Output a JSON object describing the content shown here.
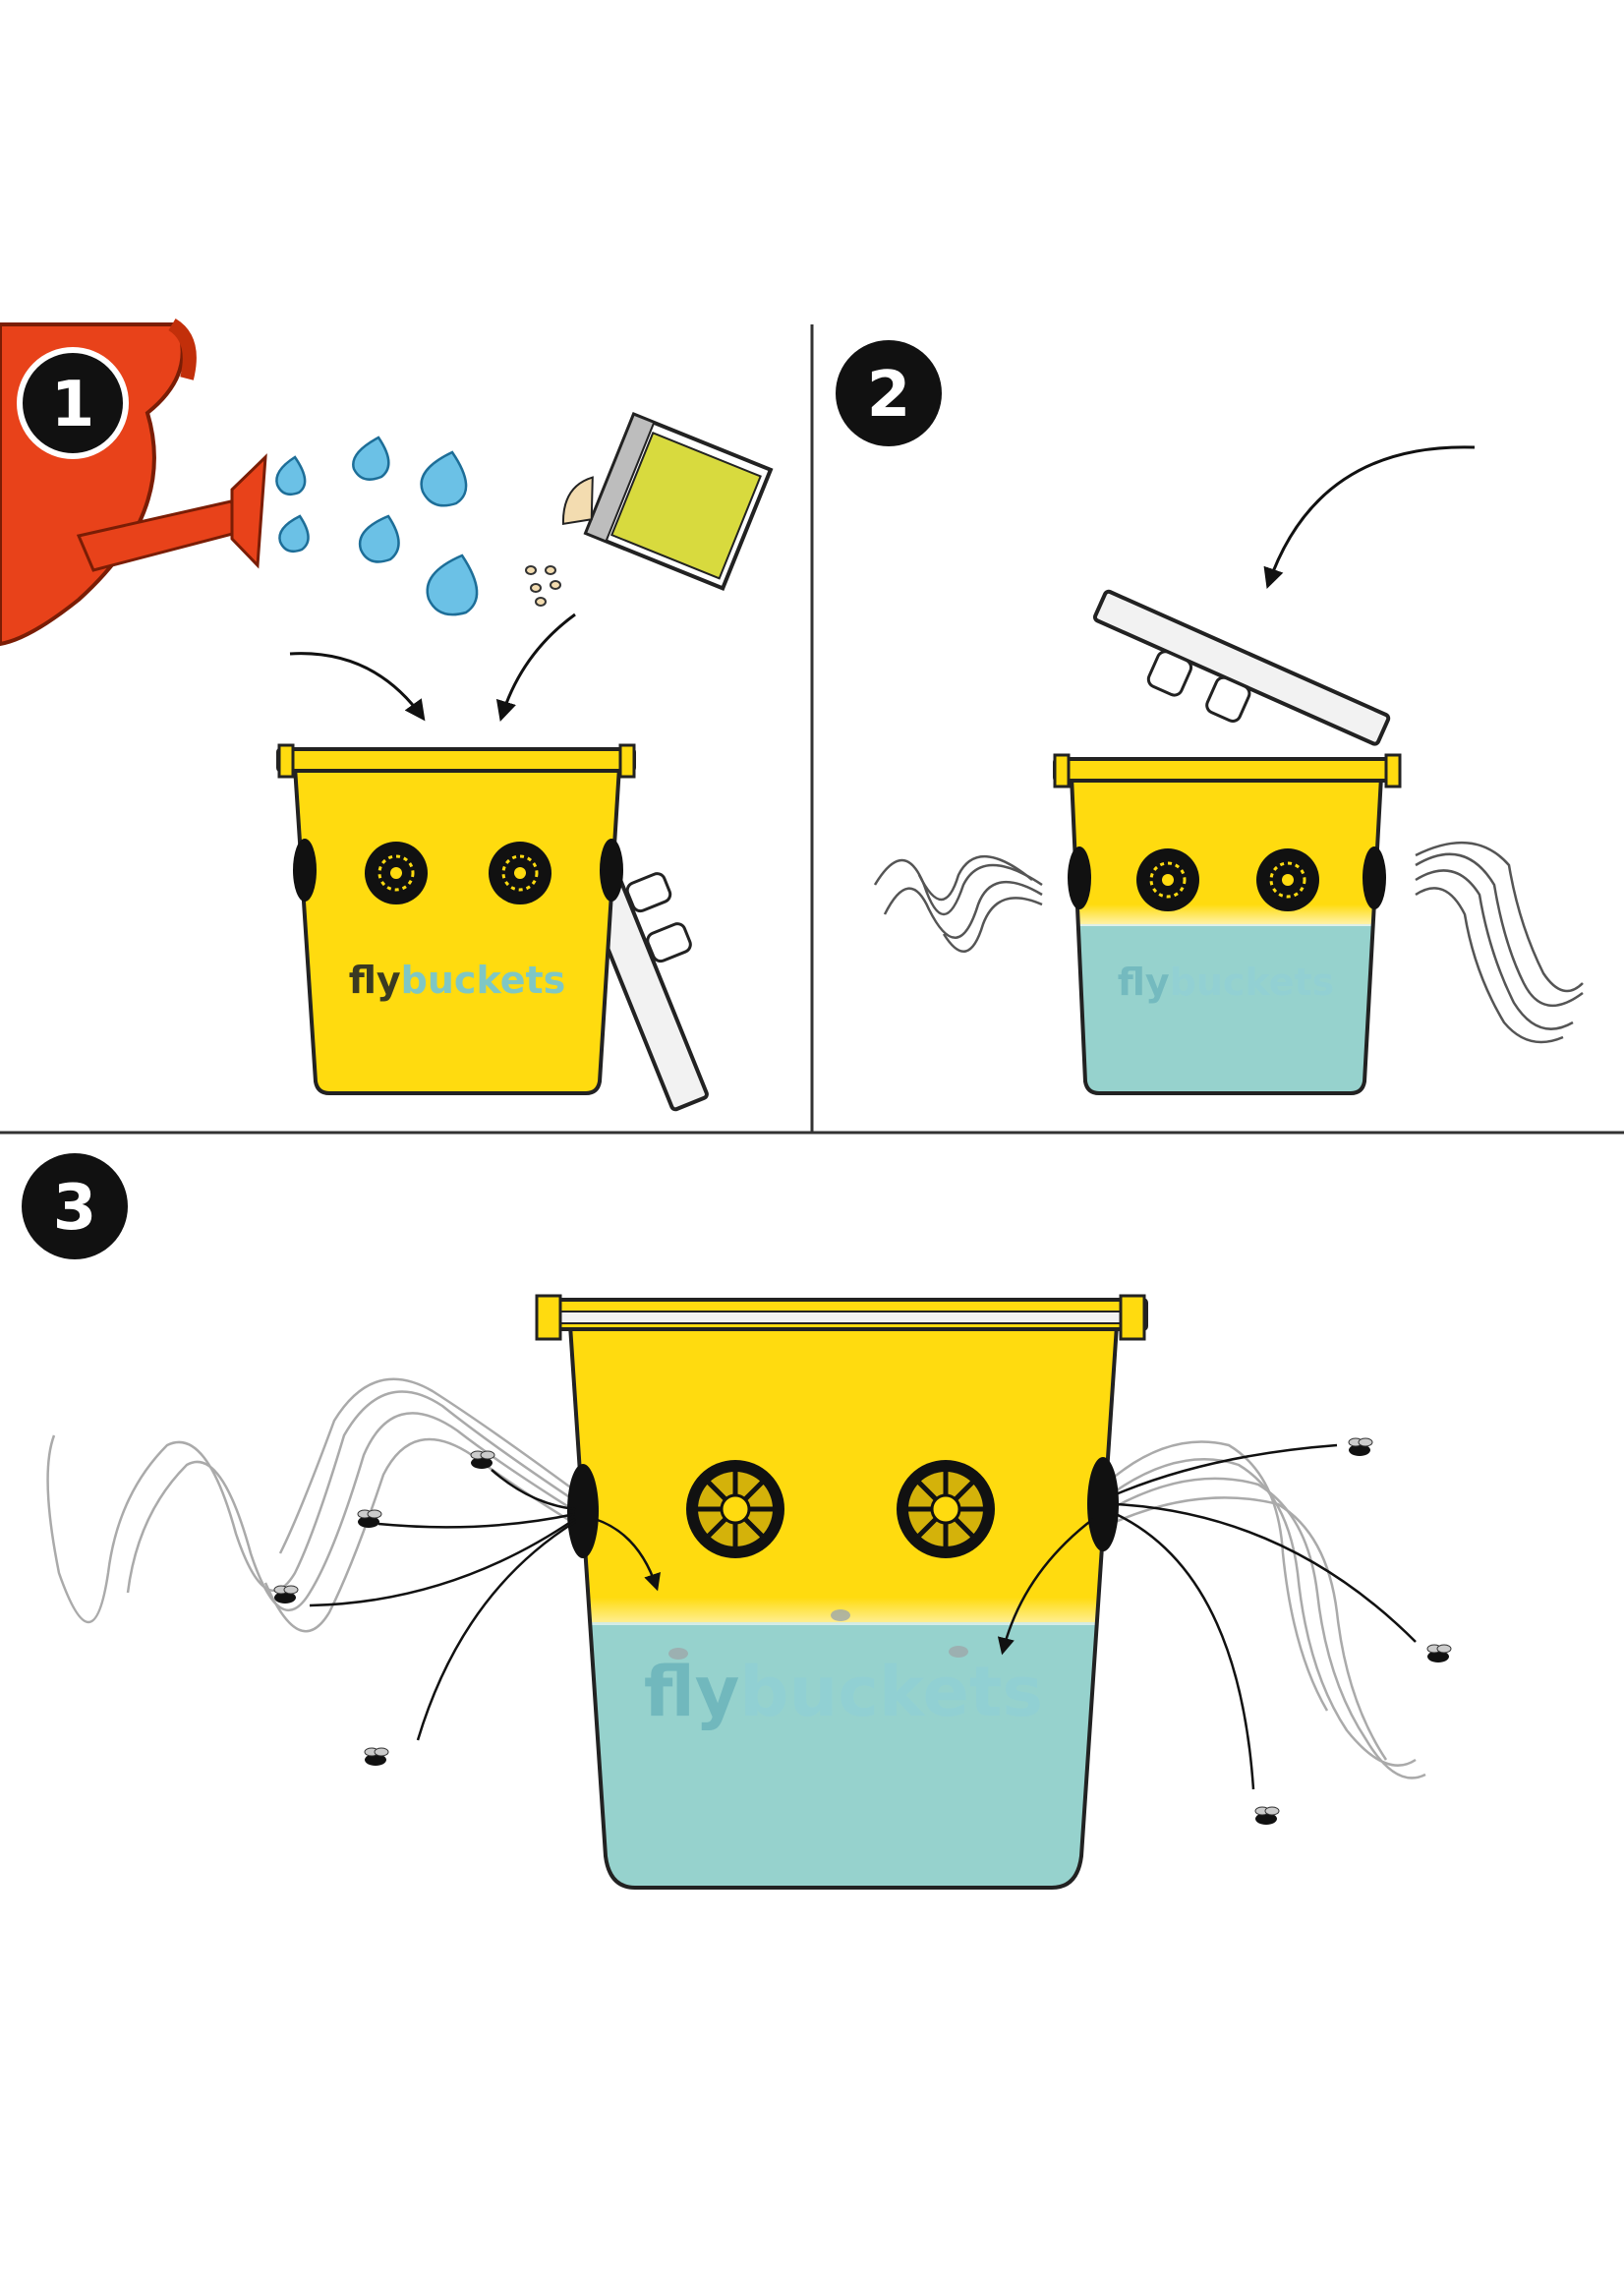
{
  "steps": [
    {
      "number": "1",
      "action": "fill-water-and-attractant"
    },
    {
      "number": "2",
      "action": "close-lid"
    },
    {
      "number": "3",
      "action": "flies-trapped"
    }
  ],
  "brand": {
    "part1": "fly",
    "part2": "buckets"
  },
  "colors": {
    "bucket_yellow": "#FFDB0F",
    "water_blue": "#96D2CD",
    "can_orange": "#E8421A",
    "drop_blue": "#6BC1E6",
    "packet_green": "#D8DA3E",
    "outline": "#111111",
    "brand_dark": "#3a3a22",
    "brand_teal": "#7fc7c4"
  },
  "icons": [
    "watering-can-icon",
    "water-drop-icon",
    "attractant-packet-icon",
    "bucket-icon",
    "lid-icon",
    "arrow-icon",
    "odor-wave-icon",
    "fly-icon"
  ]
}
